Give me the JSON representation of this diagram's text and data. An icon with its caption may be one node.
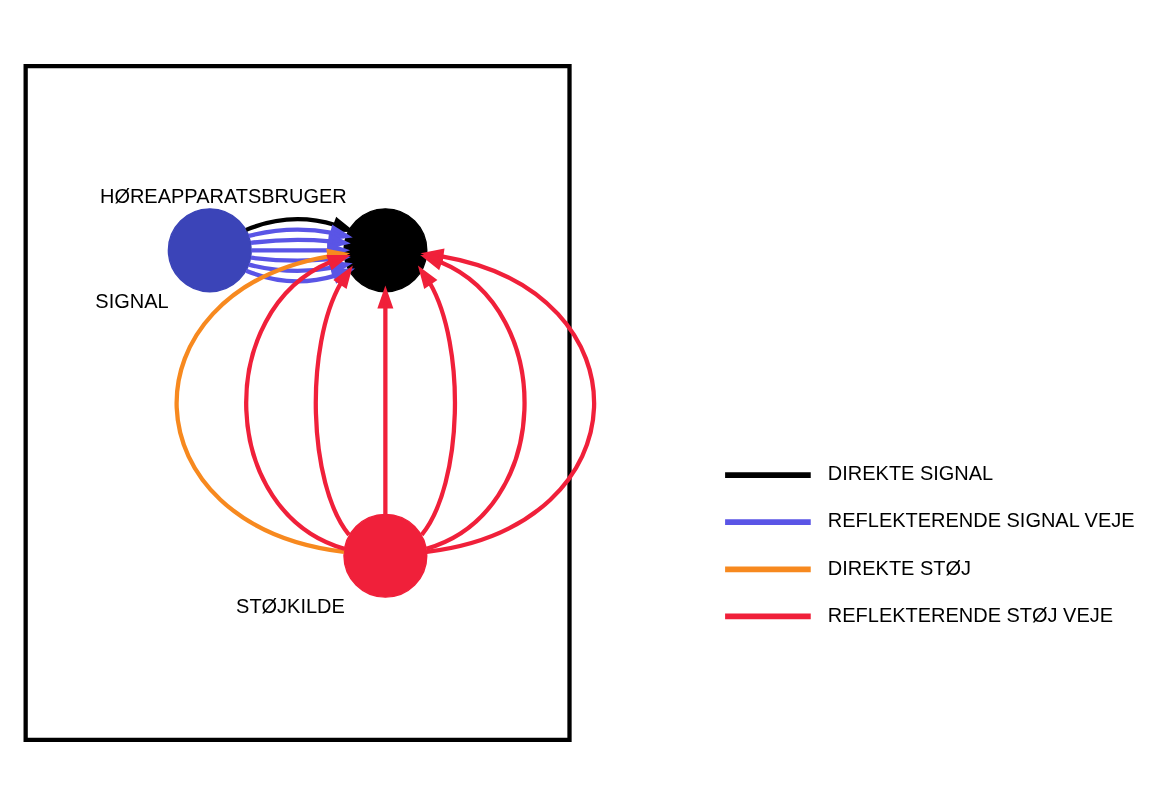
{
  "diagram": {
    "nodes": [
      {
        "text": [],
        "shape": "box"
      },
      {
        "text": [
          "SIGNAL"
        ],
        "in": 0
      },
      {
        "text": [
          "HØREAPPARATSBRUGER"
        ],
        "in": 0
      },
      {
        "text": [
          "STØJKILDE"
        ],
        "in": 0
      }
    ],
    "edges": [
      {
        "from": 1,
        "to": 2,
        "arrow": "to",
        "color": "#000000"
      },
      {
        "from": 1,
        "to": 2,
        "arrow": "to",
        "color": "#5a55e6"
      },
      {
        "from": 1,
        "to": 2,
        "arrow": "to",
        "color": "#5a55e6"
      },
      {
        "from": 1,
        "to": 2,
        "arrow": "to",
        "color": "#5a55e6"
      },
      {
        "from": 1,
        "to": 2,
        "arrow": "to",
        "color": "#5a55e6"
      },
      {
        "from": 1,
        "to": 2,
        "arrow": "to",
        "color": "#5a55e6"
      },
      {
        "from": 1,
        "to": 2,
        "arrow": "to",
        "color": "#5a55e6"
      },
      {
        "from": 3,
        "to": 2,
        "arrow": "to",
        "color": "#f7891f"
      },
      {
        "from": 3,
        "to": 2,
        "arrow": "to",
        "color": "#f0203a"
      },
      {
        "from": 3,
        "to": 2,
        "arrow": "to",
        "color": "#f0203a"
      },
      {
        "from": 3,
        "to": 2,
        "arrow": "to",
        "color": "#f0203a"
      },
      {
        "from": 3,
        "to": 2,
        "arrow": "to",
        "color": "#f0203a"
      },
      {
        "from": 3,
        "to": 2,
        "arrow": "to",
        "color": "#f0203a"
      },
      {
        "from": 3,
        "to": 2,
        "arrow": "to",
        "color": "#f0203a"
      }
    ],
    "legend": [
      {
        "text": "DIREKTE SIGNAL",
        "color": "#000000"
      },
      {
        "text": "REFLEKTERENDE SIGNAL VEJE",
        "color": "#5a55e6"
      },
      {
        "text": "DIREKTE STØJ",
        "color": "#f7891f"
      },
      {
        "text": "REFLEKTERENDE STØJ VEJE",
        "color": "#f0203a"
      }
    ]
  }
}
